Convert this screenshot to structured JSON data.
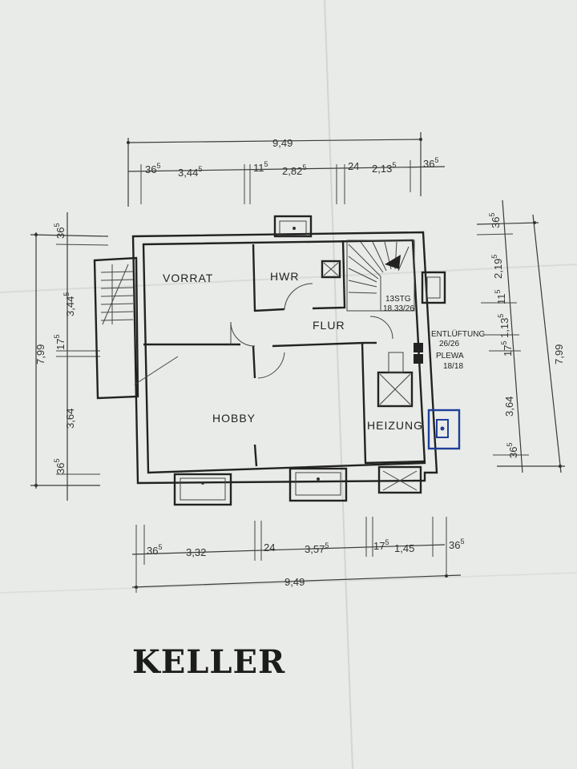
{
  "title": "KELLER",
  "rooms": {
    "vorrat": "VORRAT",
    "hwr": "HWR",
    "flur": "FLUR",
    "hobby": "HOBBY",
    "heizung": "HEIZUNG"
  },
  "annotations": {
    "stairs_count": "13STG",
    "stairs_size": "18.33/26",
    "ventilation": "ENTLÜFTUNG",
    "ventilation_size": "26/26",
    "plewa": "PLEWA",
    "plewa_size": "18/18"
  },
  "dimensions": {
    "top_total": "9,49",
    "top": [
      "36",
      "3,44",
      "11",
      "2,82",
      "24",
      "2,13",
      "36"
    ],
    "top_sup": [
      "5",
      "5",
      "5",
      "5",
      "",
      "5",
      "5"
    ],
    "bottom_total": "9,49",
    "bottom": [
      "36",
      "3,32",
      "24",
      "3,57",
      "17",
      "1,45",
      "36"
    ],
    "bottom_sup": [
      "5",
      "",
      "",
      "5",
      "5",
      "",
      "5"
    ],
    "left_total": "7,99",
    "left": [
      "36",
      "3,44",
      "17",
      "3,64",
      "36"
    ],
    "left_sup": [
      "5",
      "5",
      "5",
      "",
      "5"
    ],
    "right_total": "7,99",
    "right": [
      "36",
      "2,19",
      "11",
      "1,13",
      "17",
      "3,64",
      "36"
    ],
    "right_sup": [
      "5",
      "5",
      "5",
      "5",
      "5",
      "",
      "5"
    ]
  },
  "colors": {
    "paper": "#e9ebe8",
    "ink": "#222222",
    "pen": "#1f3f9a"
  }
}
